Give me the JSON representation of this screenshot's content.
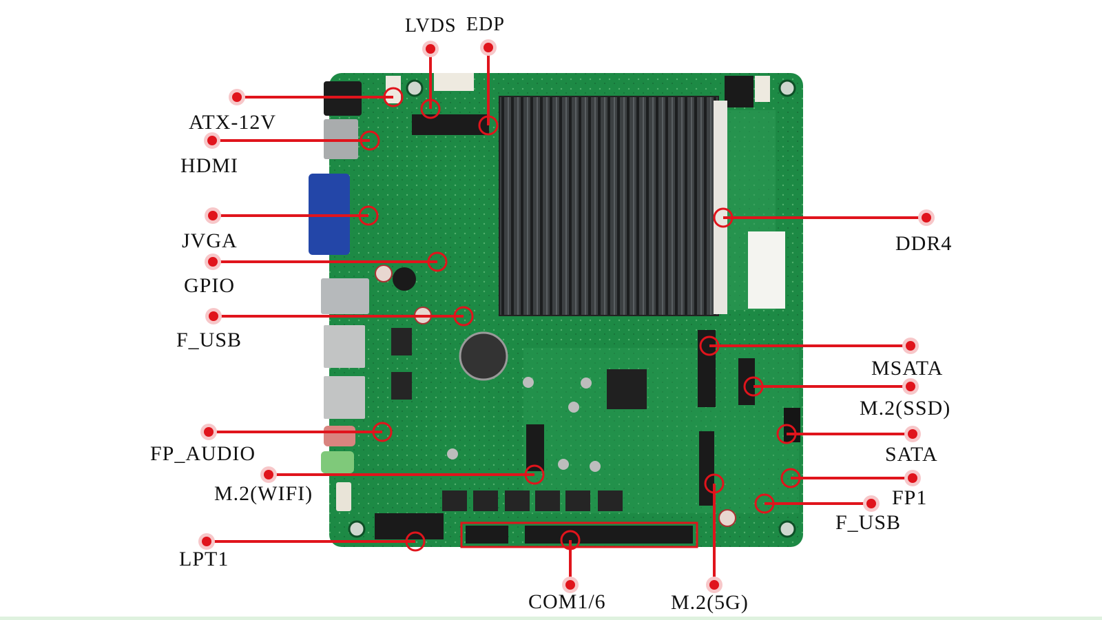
{
  "diagram": {
    "labels": {
      "lvds": "LVDS",
      "edp": "EDP",
      "atx12v": "ATX-12V",
      "hdmi": "HDMI",
      "jvga": "JVGA",
      "gpio": "GPIO",
      "fusb_left": "F_USB",
      "fp_audio": "FP_AUDIO",
      "m2_wifi": "M.2(WIFI)",
      "lpt1": "LPT1",
      "com16": "COM1/6",
      "m2_5g": "M.2(5G)",
      "ddr4": "DDR4",
      "msata": "MSATA",
      "m2_ssd": "M.2(SSD)",
      "sata": "SATA",
      "fp1": "FP1",
      "fusb_right": "F_USB"
    },
    "colors": {
      "callout": "#e0141c",
      "callout_halo": "#f7c7c9",
      "board": "#1d8a45",
      "board_dark": "#0f5a2c",
      "heatsink": "#3a3d3f",
      "text": "#111111"
    }
  }
}
